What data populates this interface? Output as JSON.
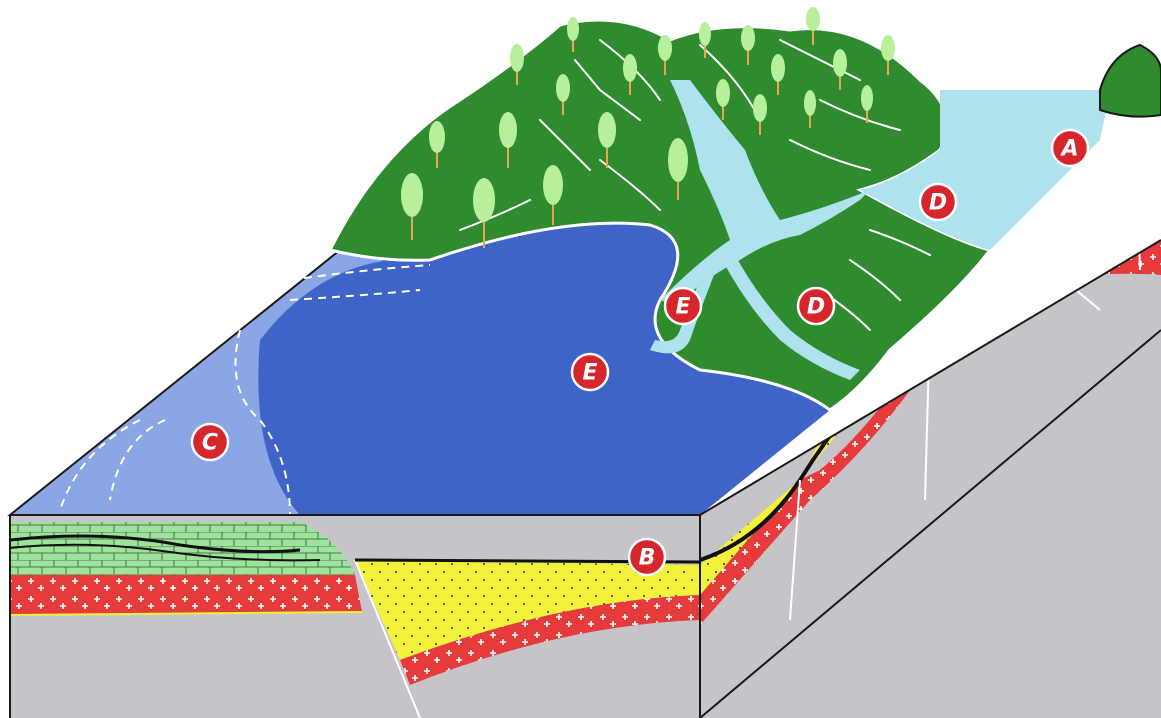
{
  "colors": {
    "land": "#2e8b2e",
    "shallow_water": "#aee3ee",
    "deep_water": "#3f64c8",
    "shelf_water": "#8aa6e4",
    "sediment": "#f3f23a",
    "granite": "#e63b3b",
    "basement": "#c7c4c9",
    "carbonate": "#9ee39c"
  },
  "labels": {
    "a": "A",
    "b": "B",
    "c": "C",
    "d1": "D",
    "d2": "D",
    "e1": "E",
    "e2": "E"
  }
}
